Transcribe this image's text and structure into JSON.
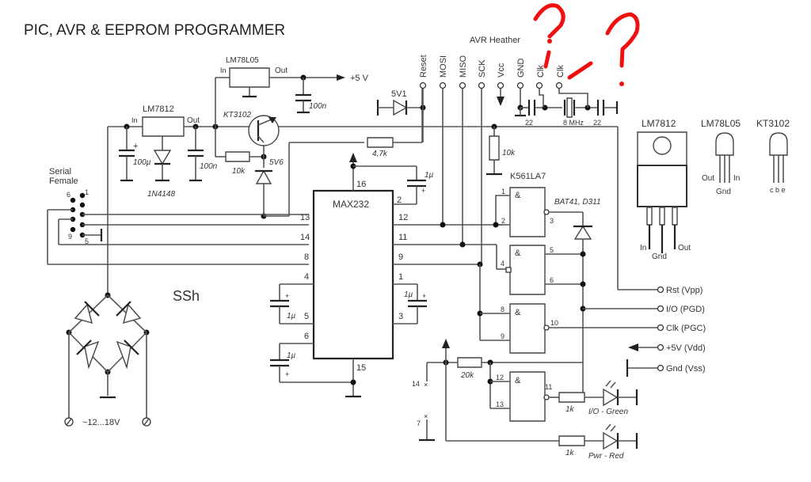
{
  "title": "PIC, AVR & EEPROM PROGRAMMER",
  "author_mark": "SSh",
  "colors": {
    "wire": "#555555",
    "annotation": "#f01010",
    "background": "#ffffff"
  },
  "power": {
    "regulator_12": {
      "name": "LM7812",
      "in": "In",
      "out": "Out"
    },
    "regulator_5": {
      "name": "LM78L05",
      "in": "In",
      "out": "Out"
    },
    "plus5_label": "+5 V",
    "cap_100u": "100µ",
    "cap_100n_a": "100n",
    "cap_100n_b": "100n",
    "diode": "1N4148",
    "transistor": "KT3102",
    "res_10k": "10k",
    "zener_5v6": "5V6",
    "input_label": "~12...18V",
    "plus_sign": "+"
  },
  "serial": {
    "label_line1": "Serial",
    "label_line2": "Female",
    "pins": [
      "1",
      "5",
      "6",
      "9"
    ]
  },
  "max232": {
    "name": "MAX232",
    "pins": {
      "p16": "16",
      "p2": "2",
      "p13": "13",
      "p12": "12",
      "p14": "14",
      "p11": "11",
      "p8": "8",
      "p9": "9",
      "p4": "4",
      "p1": "1",
      "p5": "5",
      "p3": "3",
      "p6": "6",
      "p15": "15"
    },
    "res_4k7": "4,7k",
    "cap_1u": "1µ"
  },
  "avr_header": {
    "label": "AVR Heather",
    "pins": [
      "Reset",
      "MOSI",
      "MISO",
      "SCK",
      "Vcc",
      "GND",
      "Clk",
      "Clk"
    ],
    "zener_5v1": "5V1",
    "crystal": "8 MHz",
    "cap_22a": "22",
    "cap_22b": "22"
  },
  "logic": {
    "chip": "K561LA7",
    "res_10k": "10k",
    "diode": "BAT41, D311",
    "and_symbol": "&",
    "pins": {
      "p1": "1",
      "p2": "2",
      "p3": "3",
      "p4": "4",
      "p5": "5",
      "p6": "6",
      "p8": "8",
      "p9": "9",
      "p10": "10",
      "p11": "11",
      "p12": "12",
      "p13": "13",
      "p14": "14",
      "p7": "7"
    },
    "res_20k": "20k",
    "res_1k_a": "1k",
    "res_1k_b": "1k",
    "led_green": "I/O - Green",
    "led_red": "Pwr - Red"
  },
  "pic_header": {
    "pins": [
      "Rst (Vpp)",
      "I/O (PGD)",
      "Clk (PGC)",
      "+5V (Vdd)",
      "Gnd (Vss)"
    ]
  },
  "packages": {
    "lm7812": {
      "name": "LM7812",
      "pins": [
        "In",
        "Gnd",
        "Out"
      ]
    },
    "lm78l05": {
      "name": "LM78L05",
      "pins": [
        "Out",
        "Gnd",
        "In"
      ]
    },
    "kt3102": {
      "name": "KT3102",
      "pins": "c b e"
    }
  },
  "annotations": {
    "question_marks": 2
  }
}
